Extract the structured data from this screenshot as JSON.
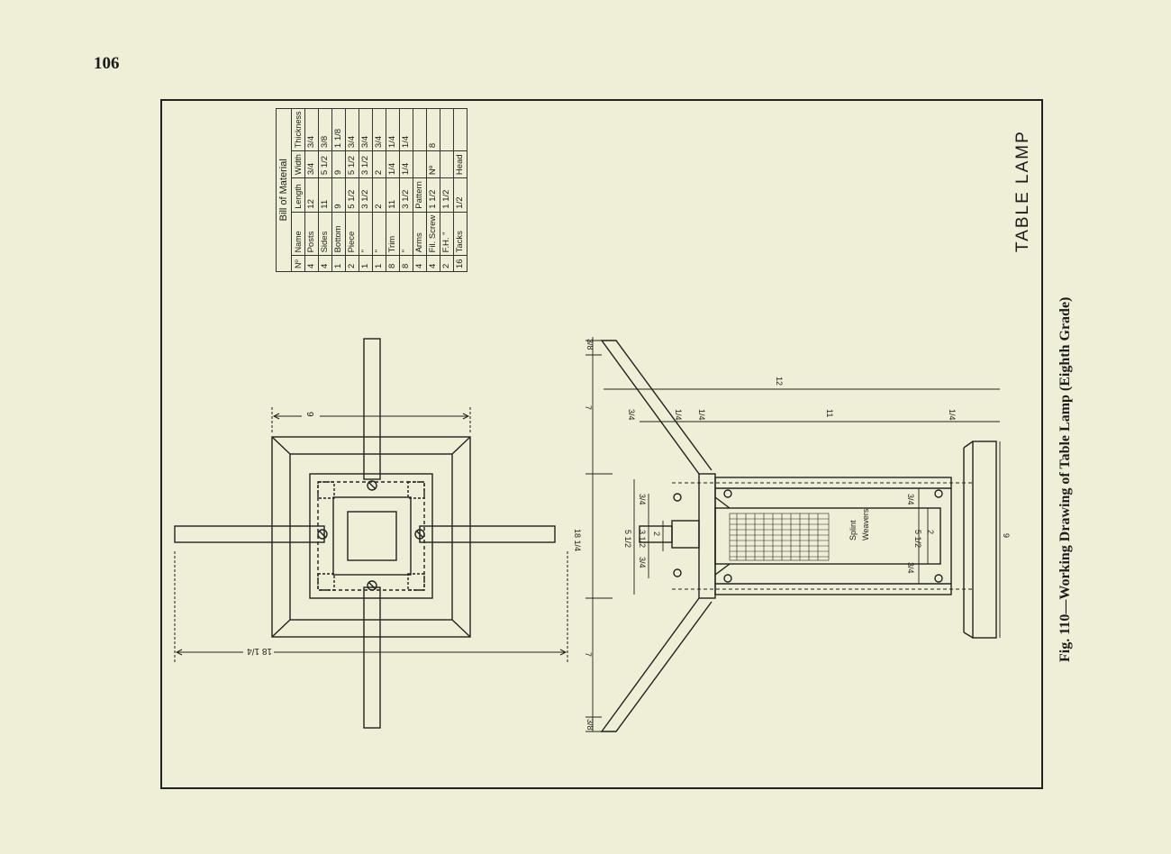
{
  "page": {
    "number": "106"
  },
  "drawing": {
    "title": "TABLE LAMP",
    "caption": "Fig. 110—Working Drawing of Table Lamp (Eighth Grade)"
  },
  "bill_of_material": {
    "title": "Bill of Material",
    "headers": [
      "Nº",
      "Name",
      "Length",
      "Width",
      "Thickness"
    ],
    "rows": [
      [
        "4",
        "Posts",
        "12",
        "3/4",
        "3/4"
      ],
      [
        "4",
        "Sides",
        "11",
        "5 1/2",
        "3/8"
      ],
      [
        "1",
        "Bottom",
        "9",
        "9",
        "1 1/8"
      ],
      [
        "2",
        "Piece",
        "5 1/2",
        "5 1/2",
        "3/4"
      ],
      [
        "1",
        "\"",
        "3 1/2",
        "3 1/2",
        "3/4"
      ],
      [
        "1",
        "\"",
        "2",
        "2",
        "3/4"
      ],
      [
        "8",
        "Trim",
        "11",
        "1/4",
        "1/4"
      ],
      [
        "8",
        "\"",
        "3 1/2",
        "1/4",
        "1/4"
      ],
      [
        "4",
        "Arms",
        "Pattern",
        "",
        ""
      ],
      [
        "4",
        "Fil. Screw",
        "1 1/2",
        "Nº",
        "8"
      ],
      [
        "2",
        "F.H. \"",
        "1 1/2",
        "",
        ""
      ],
      [
        "16",
        "Tacks",
        "1/2",
        "Head",
        ""
      ]
    ]
  },
  "plan_view": {
    "width_dim": "9",
    "span_dim": "18 1/4"
  },
  "elevation_view": {
    "overall_height": "18 1/4",
    "arm_length_top": "7",
    "arm_length_bottom": "7",
    "arm_end_top": "3/8",
    "arm_end_bottom": "3/8",
    "post_spacing": "5 1/2",
    "inner_spacing": "3 1/2",
    "center_block": "2",
    "small_a": "3/4",
    "small_b": "3/4",
    "body_height": "12",
    "side_height": "11",
    "top_offset": "3/4",
    "trim_a": "1/4",
    "trim_b": "1/4",
    "trim_c": "1/4",
    "right_a": "3/4",
    "right_b": "3/4",
    "right_spacing": "5 1/2",
    "right_center": "2",
    "base_width": "9",
    "weave_label_1": "Splint",
    "weave_label_2": "Weavers"
  }
}
